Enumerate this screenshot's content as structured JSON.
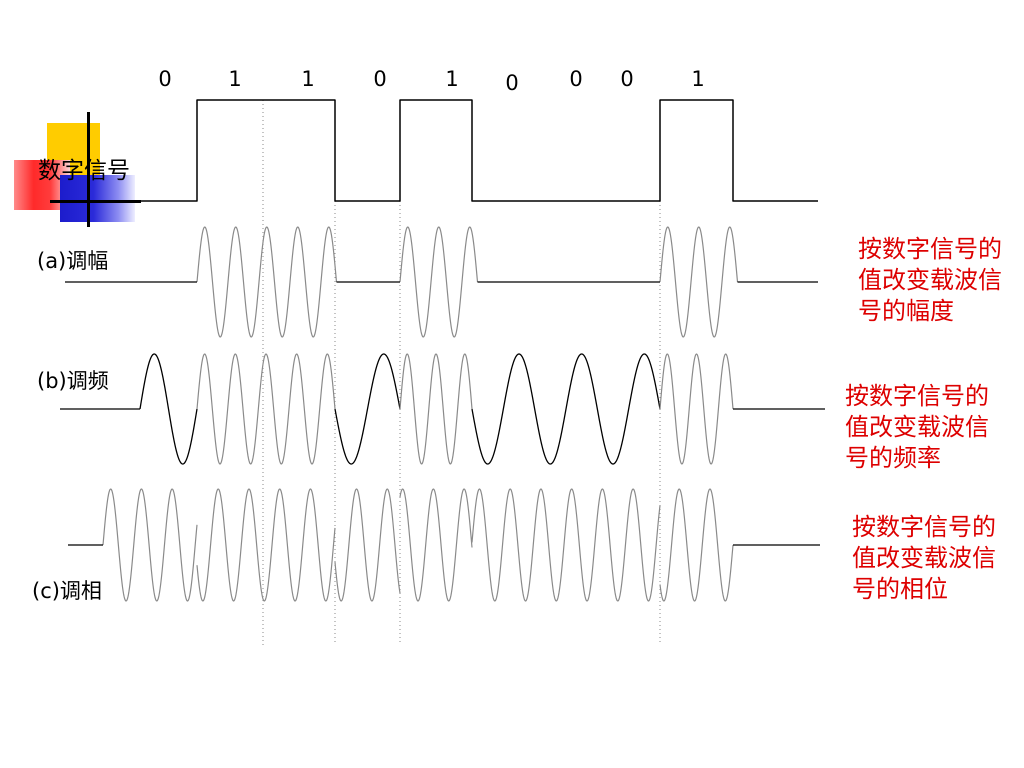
{
  "bits": [
    "0",
    "1",
    "1",
    "0",
    "1",
    "0",
    "0",
    "0",
    "1"
  ],
  "labels": {
    "digital_signal": "数字信号",
    "am": "(a)调幅",
    "fm": "(b)调频",
    "pm": "(c)调相"
  },
  "notes": {
    "am": [
      "按数字信号的",
      "值改变载波信",
      "号的幅度"
    ],
    "fm": [
      "按数字信号的",
      "值改变载波信",
      "号的频率"
    ],
    "pm": [
      "按数字信号的",
      "值改变载波信",
      "号的相位"
    ]
  },
  "colors": {
    "signal": "#000000",
    "carrier": "#8a8a8a",
    "note": "#dd0000"
  }
}
